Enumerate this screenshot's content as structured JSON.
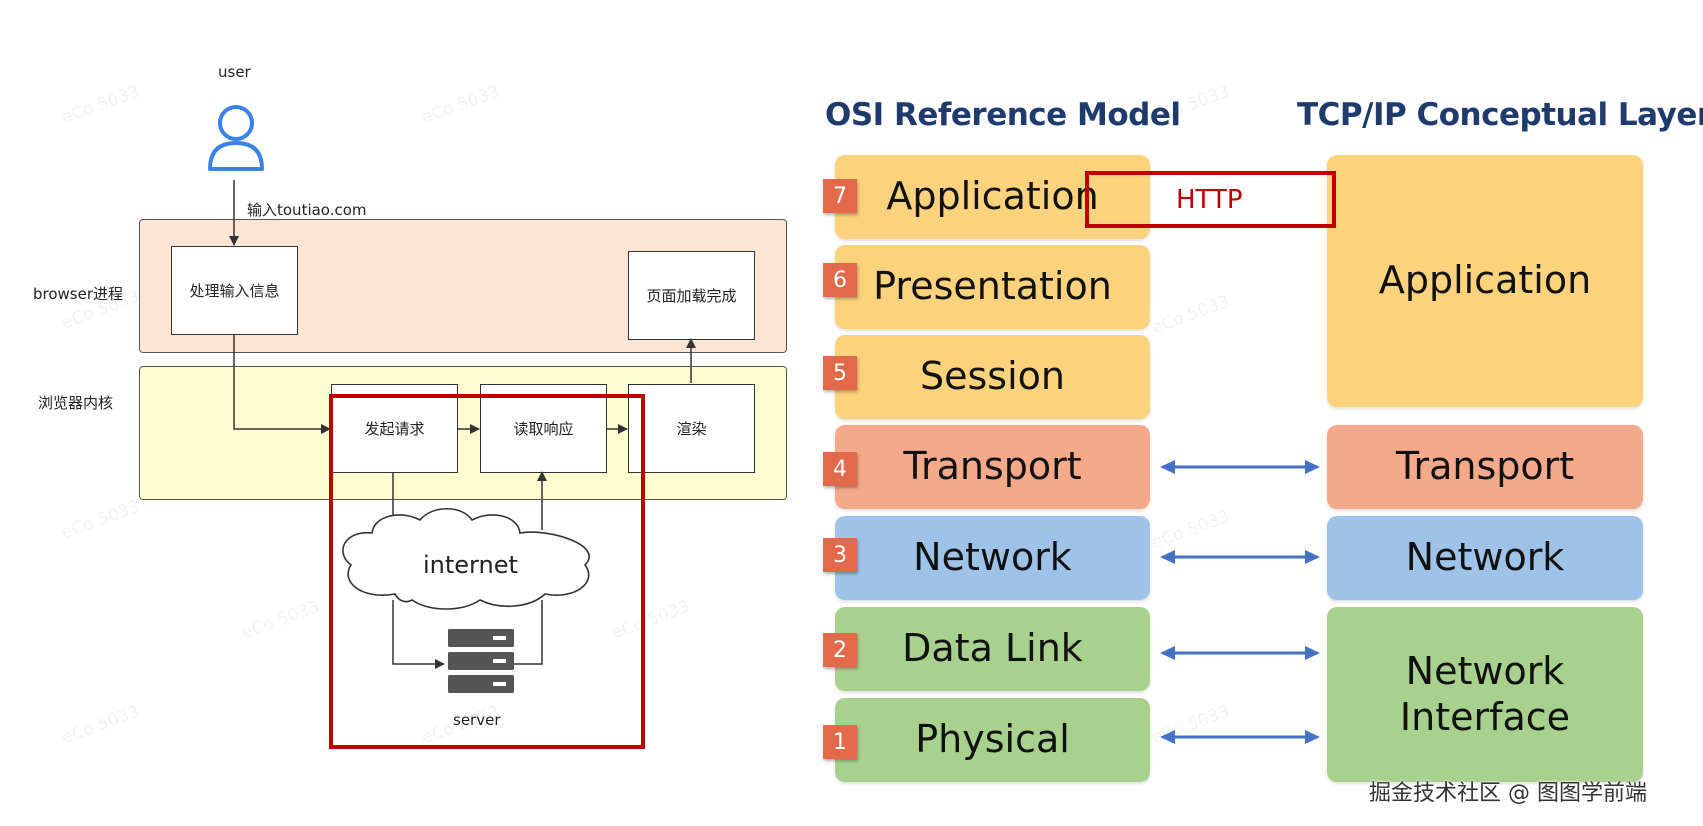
{
  "diagram": {
    "user_label": "user",
    "input_label": "输入toutiao.com",
    "lanes": {
      "browser": "browser进程",
      "kernel": "浏览器内核"
    },
    "boxes": {
      "process_input": "处理输入信息",
      "page_loaded": "页面加载完成",
      "send_request": "发起请求",
      "read_response": "读取响应",
      "render": "渲染"
    },
    "cloud_label": "internet",
    "server_label": "server",
    "colors": {
      "browser_lane": "#fde5d4",
      "kernel_lane": "#fefdd0",
      "highlight": "#c00000",
      "user_icon": "#3b82e6"
    }
  },
  "osi": {
    "left_title": "OSI Reference Model",
    "right_title": "TCP/IP Conceptual Layers",
    "http_label": "HTTP",
    "osi_layers": [
      {
        "num": "7",
        "name": "Application"
      },
      {
        "num": "6",
        "name": "Presentation"
      },
      {
        "num": "5",
        "name": "Session"
      },
      {
        "num": "4",
        "name": "Transport"
      },
      {
        "num": "3",
        "name": "Network"
      },
      {
        "num": "2",
        "name": "Data Link"
      },
      {
        "num": "1",
        "name": "Physical"
      }
    ],
    "tcpip_layers": [
      {
        "name": "Application"
      },
      {
        "name": "Transport"
      },
      {
        "name": "Network"
      },
      {
        "name": "Network\nInterface"
      }
    ],
    "colors": {
      "application": "#fcd27d",
      "transport": "#f5a98b",
      "network": "#9fc3e8",
      "link": "#a9d18e",
      "arrow": "#4472c4",
      "title": "#1f3b6e"
    }
  },
  "footer": "掘金技术社区 @ 图图学前端",
  "watermark": "eCo 5033"
}
